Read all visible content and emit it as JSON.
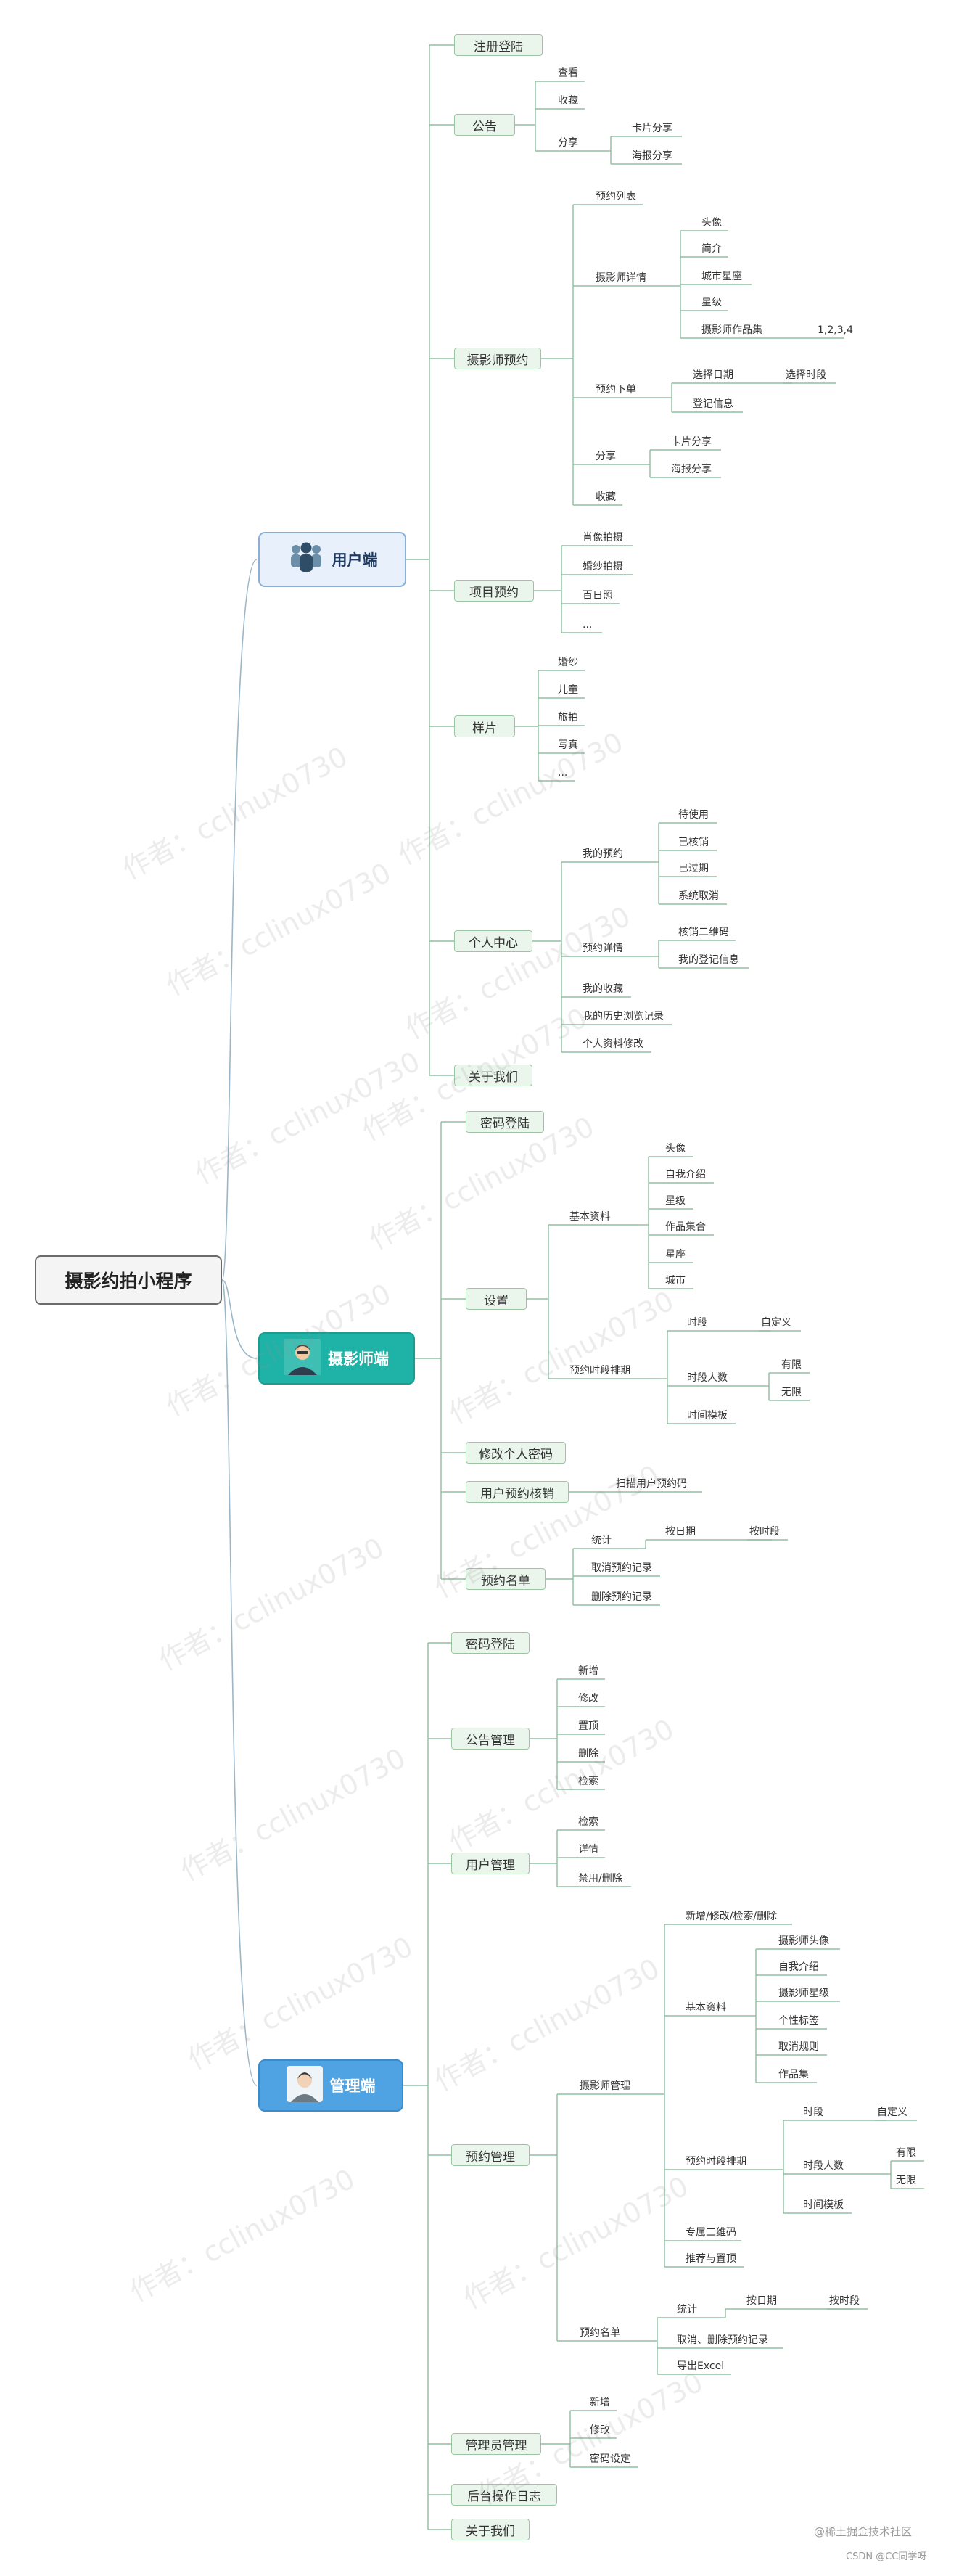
{
  "root": {
    "label": "摄影约拍小程序"
  },
  "groups": [
    {
      "key": "user",
      "label": "用户端",
      "icon": "users-icon",
      "bg": "#e8f0fb",
      "border": "#8aaed6",
      "color": "#1f3a5f"
    },
    {
      "key": "photographer",
      "label": "摄影师端",
      "icon": "photographer-avatar-icon",
      "bg": "#1eb3a6",
      "border": "#1a9c91",
      "color": "#ffffff"
    },
    {
      "key": "admin",
      "label": "管理端",
      "icon": "admin-avatar-icon",
      "bg": "#4fa3e3",
      "border": "#3b8ccc",
      "color": "#ffffff"
    }
  ],
  "user": {
    "register_login": "注册登陆",
    "announcement": {
      "label": "公告",
      "view": "查看",
      "favorite": "收藏",
      "share": "分享",
      "card_share": "卡片分享",
      "poster_share": "海报分享"
    },
    "photographer_booking": {
      "label": "摄影师预约",
      "list": "预约列表",
      "detail": "摄影师详情",
      "avatar": "头像",
      "intro": "简介",
      "city_sign": "城市星座",
      "star": "星级",
      "works": "摄影师作品集",
      "works_note": "1,2,3,4",
      "order": "预约下单",
      "choose_date": "选择日期",
      "choose_time": "选择时段",
      "register_info": "登记信息",
      "share": "分享",
      "card_share": "卡片分享",
      "poster_share": "海报分享",
      "favorite": "收藏"
    },
    "project_booking": {
      "label": "项目预约",
      "portrait": "肖像拍摄",
      "wedding": "婚纱拍摄",
      "baby": "百日照",
      "more": "..."
    },
    "samples": {
      "label": "样片",
      "wedding": "婚纱",
      "kids": "儿童",
      "travel": "旅拍",
      "portrait": "写真",
      "more": "..."
    },
    "personal": {
      "label": "个人中心",
      "my_booking": "我的预约",
      "pending": "待使用",
      "used": "已核销",
      "expired": "已过期",
      "system_cancel": "系统取消",
      "booking_detail": "预约详情",
      "qr": "核销二维码",
      "my_register": "我的登记信息",
      "my_favorites": "我的收藏",
      "history": "我的历史浏览记录",
      "profile_edit": "个人资料修改"
    },
    "about": "关于我们"
  },
  "photographer": {
    "password_login": "密码登陆",
    "settings": {
      "label": "设置",
      "basic": "基本资料",
      "avatar": "头像",
      "self_intro": "自我介绍",
      "star": "星级",
      "works": "作品集合",
      "sign": "星座",
      "city": "城市",
      "schedule": "预约时段排期",
      "period": "时段",
      "custom": "自定义",
      "period_count": "时段人数",
      "limited": "有限",
      "unlimited": "无限",
      "template": "时间模板"
    },
    "change_password": "修改个人密码",
    "verify": {
      "label": "用户预约核销",
      "scan": "扫描用户预约码"
    },
    "list": {
      "label": "预约名单",
      "stats": "统计",
      "by_date": "按日期",
      "by_period": "按时段",
      "cancel": "取消预约记录",
      "delete": "删除预约记录"
    }
  },
  "admin": {
    "password_login": "密码登陆",
    "announcement": {
      "label": "公告管理",
      "add": "新增",
      "edit": "修改",
      "top": "置顶",
      "delete": "删除",
      "search": "检索"
    },
    "users": {
      "label": "用户管理",
      "search": "检索",
      "detail": "详情",
      "disable": "禁用/删除"
    },
    "booking": {
      "label": "预约管理",
      "photographer_mgmt": "摄影师管理",
      "crud": "新增/修改/检索/删除",
      "basic": "基本资料",
      "ph_avatar": "摄影师头像",
      "self_intro": "自我介绍",
      "ph_star": "摄影师星级",
      "tags": "个性标签",
      "cancel_rule": "取消规则",
      "works": "作品集",
      "schedule": "预约时段排期",
      "period": "时段",
      "custom": "自定义",
      "period_count": "时段人数",
      "limited": "有限",
      "unlimited": "无限",
      "template": "时间模板",
      "qr": "专属二维码",
      "recommend": "推荐与置顶",
      "list": "预约名单",
      "stats": "统计",
      "by_date": "按日期",
      "by_period": "按时段",
      "cancel_delete": "取消、删除预约记录",
      "export": "导出Excel"
    },
    "admins": {
      "label": "管理员管理",
      "add": "新增",
      "edit": "修改",
      "password": "密码设定"
    },
    "logs": "后台操作日志",
    "about": "关于我们"
  },
  "watermark": {
    "text": "作者：cclinux0730"
  },
  "footer": {
    "line1": "@稀土掘金技术社区",
    "line2": "CSDN @CC同学呀"
  }
}
